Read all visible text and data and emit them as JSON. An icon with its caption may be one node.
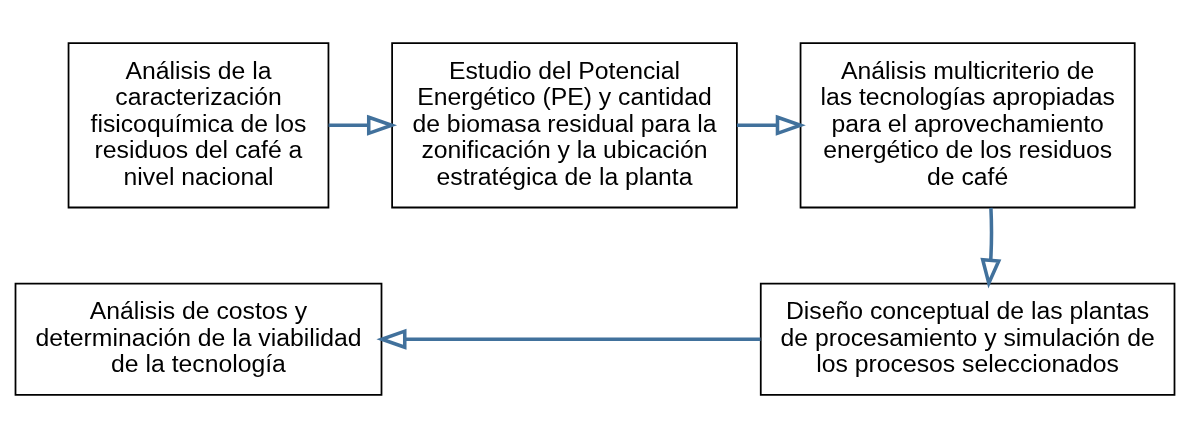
{
  "diagram": {
    "nodes": [
      {
        "text": [
          "Análisis de la caracterización fisicoquímica de los residuos del café a nivel nacional"
        ]
      },
      {
        "text": [
          "Estudio del Potencial Energético (PE) y cantidad de biomasa residual para la zonificación y la ubicación estratégica de la planta"
        ]
      },
      {
        "text": [
          "Análisis multicriterio de las tecnologías apropiadas para el aprovechamiento energético de los residuos de café"
        ]
      },
      {
        "text": [
          "Diseño conceptual de las plantas de procesamiento y simulación de los procesos seleccionados"
        ]
      },
      {
        "text": [
          "Análisis de costos y determinación de la viabilidad de la tecnología"
        ]
      }
    ],
    "edges": [
      {
        "from": 0,
        "to": 1,
        "arrow": "to"
      },
      {
        "from": 1,
        "to": 2,
        "arrow": "to"
      },
      {
        "from": 2,
        "to": 3,
        "arrow": "to"
      },
      {
        "from": 3,
        "to": 4,
        "arrow": "to"
      }
    ]
  }
}
